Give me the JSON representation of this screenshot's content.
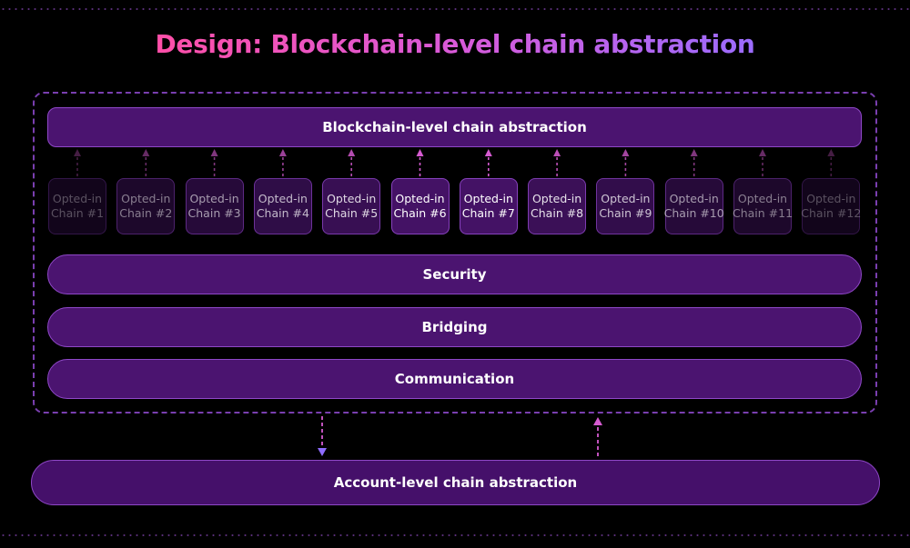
{
  "title": "Design: Blockchain-level chain abstraction",
  "top_bar": "Blockchain-level chain abstraction",
  "chains": [
    {
      "line1": "Opted-in",
      "line2": "Chain #1",
      "intensity": 0.15
    },
    {
      "line1": "Opted-in",
      "line2": "Chain #2",
      "intensity": 0.35
    },
    {
      "line1": "Opted-in",
      "line2": "Chain #3",
      "intensity": 0.5
    },
    {
      "line1": "Opted-in",
      "line2": "Chain #4",
      "intensity": 0.65
    },
    {
      "line1": "Opted-in",
      "line2": "Chain #5",
      "intensity": 0.8
    },
    {
      "line1": "Opted-in",
      "line2": "Chain #6",
      "intensity": 1.0
    },
    {
      "line1": "Opted-in",
      "line2": "Chain #7",
      "intensity": 1.0
    },
    {
      "line1": "Opted-in",
      "line2": "Chain #8",
      "intensity": 0.85
    },
    {
      "line1": "Opted-in",
      "line2": "Chain #9",
      "intensity": 0.7
    },
    {
      "line1": "Opted-in",
      "line2": "Chain #10",
      "intensity": 0.5
    },
    {
      "line1": "Opted-in",
      "line2": "Chain #11",
      "intensity": 0.35
    },
    {
      "line1": "Opted-in",
      "line2": "Chain #12",
      "intensity": 0.15
    }
  ],
  "layers": {
    "security": "Security",
    "bridging": "Bridging",
    "communication": "Communication"
  },
  "account_bar": "Account-level chain abstraction",
  "colors": {
    "background": "#000000",
    "box_fill": "#4b1470",
    "box_border": "#8f48c8",
    "dashed_frame": "#7a3fb0",
    "arrow_pink": "#d65bd1",
    "arrow_violet": "#8e6cff",
    "title_gradient_start": "#ff4fa8",
    "title_gradient_end": "#9b6cff"
  }
}
